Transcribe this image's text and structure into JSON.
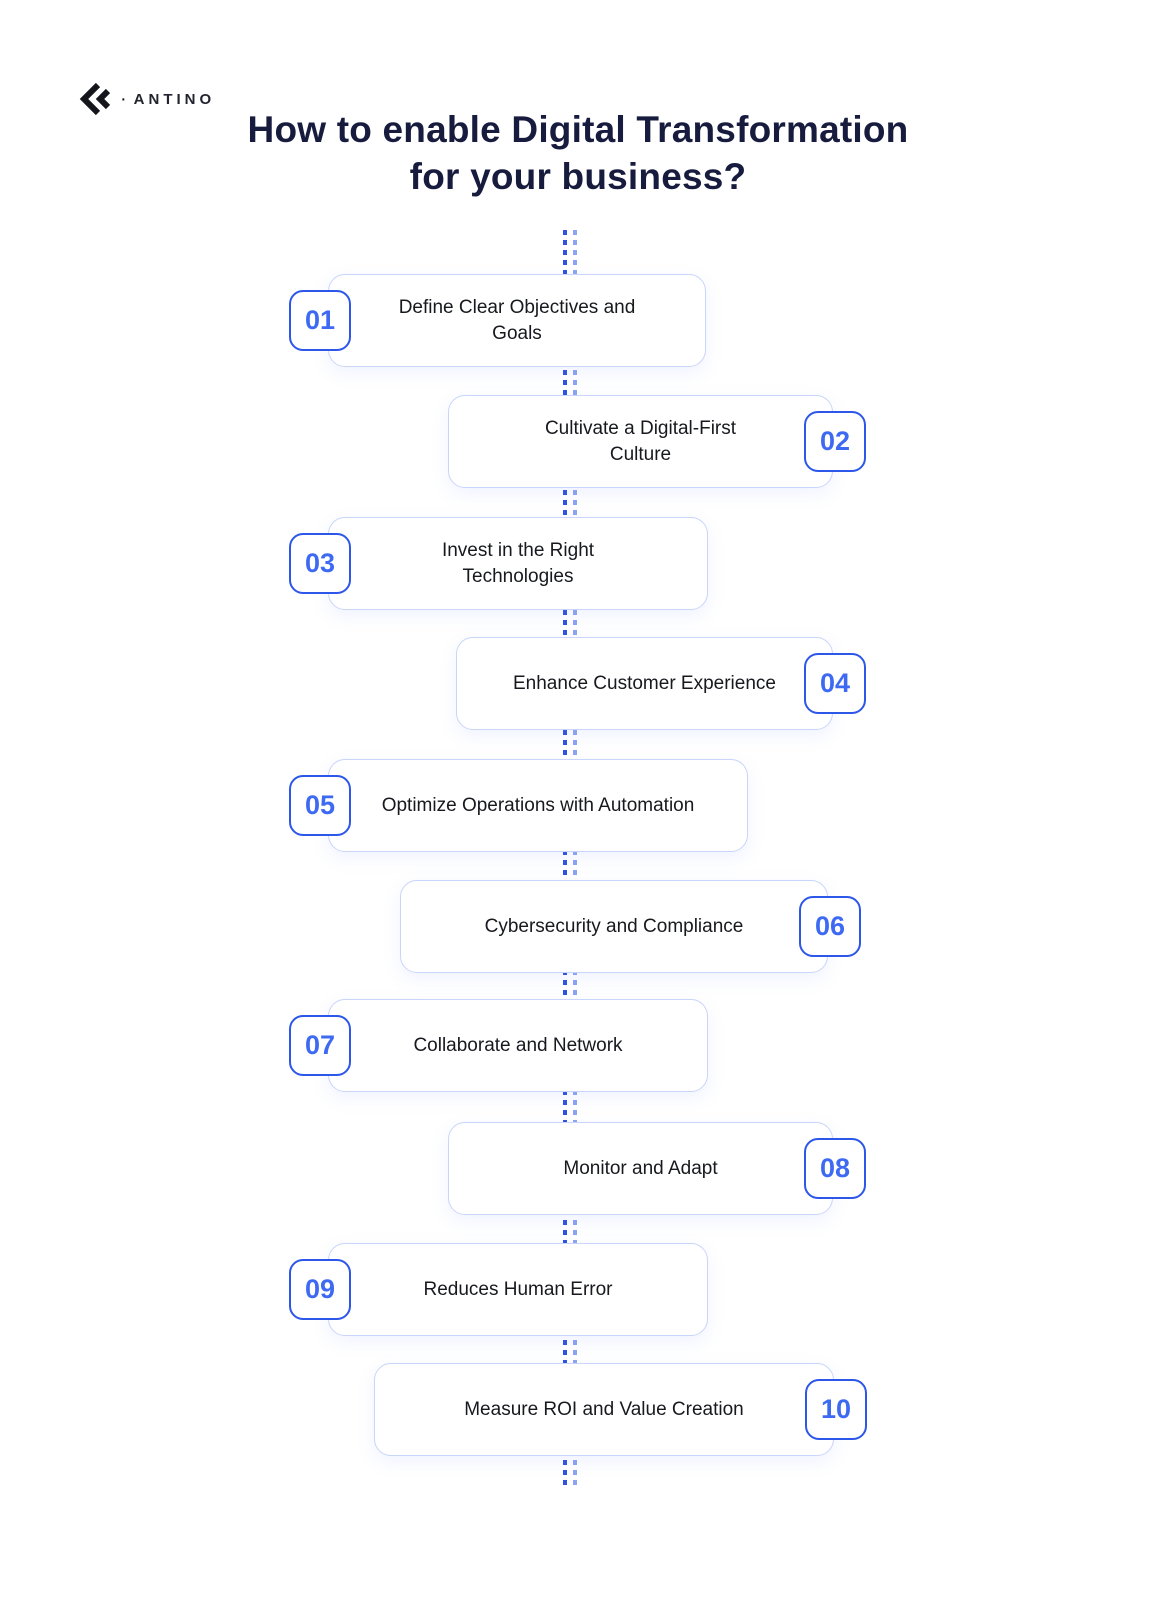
{
  "logo": {
    "brand": "ANTINO",
    "separator": "·"
  },
  "title": {
    "line1": "How to enable Digital Transformation",
    "line2": "for your business?",
    "full": "How to enable Digital Transformation for your business?"
  },
  "steps": [
    {
      "num": "01",
      "label": "Define Clear Objectives and Goals",
      "side": "left"
    },
    {
      "num": "02",
      "label": "Cultivate a Digital-First Culture",
      "side": "right"
    },
    {
      "num": "03",
      "label": "Invest in the Right Technologies",
      "side": "left"
    },
    {
      "num": "04",
      "label": "Enhance Customer Experience",
      "side": "right"
    },
    {
      "num": "05",
      "label": "Optimize Operations with Automation",
      "side": "left"
    },
    {
      "num": "06",
      "label": "Cybersecurity and Compliance",
      "side": "right"
    },
    {
      "num": "07",
      "label": "Collaborate and Network",
      "side": "left"
    },
    {
      "num": "08",
      "label": "Monitor and Adapt",
      "side": "right"
    },
    {
      "num": "09",
      "label": "Reduces Human Error",
      "side": "left"
    },
    {
      "num": "10",
      "label": "Measure ROI and Value Creation",
      "side": "right"
    }
  ],
  "colors": {
    "title_navy": "#171c3e",
    "badge_border_blue": "#2d57e8",
    "badge_number_blue": "#3e6af3",
    "card_border": "#c9d5fa",
    "connector_dark": "#3052e0",
    "connector_light": "#8ea4f0",
    "step_text": "#17191f",
    "background": "#ffffff"
  }
}
